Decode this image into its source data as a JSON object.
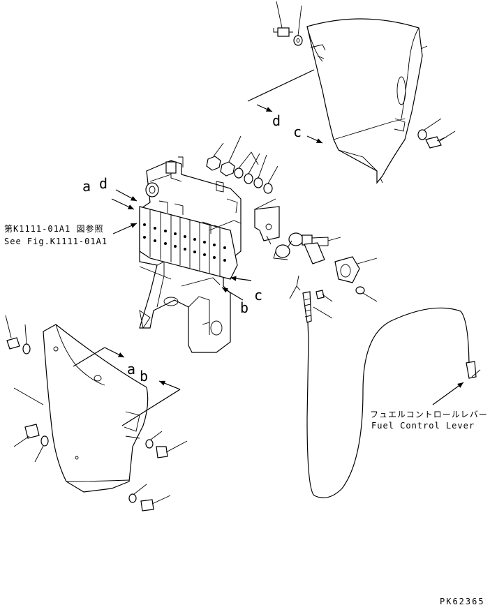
{
  "labels": {
    "a_top": "a",
    "d_top": "d",
    "c_top": "c",
    "d_right": "d",
    "c_mid": "c",
    "b_mid": "b",
    "a_bottom": "a",
    "b_bottom": "b"
  },
  "reference_jp": "第K1111-01A1 図参照",
  "reference_en": "See Fig.K1111-01A1",
  "fuel_lever_jp": "フュエルコントロールレバー",
  "fuel_lever_en": "Fuel Control Lever",
  "drawing_code": "PK62365"
}
